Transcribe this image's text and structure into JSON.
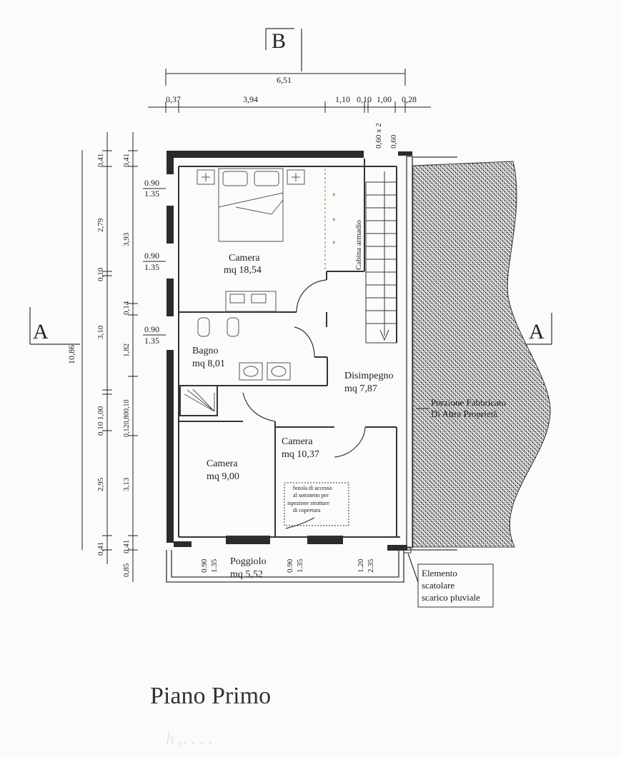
{
  "section_markers": {
    "b": "B",
    "a_left": "A",
    "a_right": "A"
  },
  "top_dims": {
    "overall": "6,51",
    "segments": [
      "0,37",
      "3,94",
      "1,10",
      "0,10",
      "1,00",
      "0,28"
    ],
    "stair_a": "0,60 x 2",
    "stair_b": "0,60"
  },
  "left_dims": {
    "overall": "10,86",
    "outer": [
      "0,41",
      "2,79",
      "0,10",
      "3,10",
      "0,10",
      "1,00",
      "2,95",
      "0,41"
    ],
    "inner": [
      "0,41",
      "3,93",
      "0,14",
      "1,82",
      "0,120,800,10",
      "3,13",
      "0,41",
      "0,85"
    ]
  },
  "windows": [
    {
      "w": "0.90",
      "h": "1.35"
    },
    {
      "w": "0.90",
      "h": "1.35"
    },
    {
      "w": "0.90",
      "h": "1.35"
    }
  ],
  "balcony_windows": [
    {
      "w": "0.90",
      "h": "1.35"
    },
    {
      "w": "0.90",
      "h": "1.35"
    },
    {
      "w": "1.20",
      "h": "2.35"
    }
  ],
  "rooms": {
    "camera1": {
      "name": "Camera",
      "area": "mq 18,54"
    },
    "cabina": {
      "name": "Cabina armadio"
    },
    "bagno": {
      "name": "Bagno",
      "area": "mq 8,01"
    },
    "disimpegno": {
      "name": "Disimpegno",
      "area": "mq 7,87"
    },
    "camera2": {
      "name": "Camera",
      "area": "mq 9,00"
    },
    "camera3": {
      "name": "Camera",
      "area": "mq 10,37"
    },
    "poggiolo": {
      "name": "Poggiolo",
      "area": "mq 5,52"
    }
  },
  "botola_note": [
    "botola di accesso",
    "al sottotetto per",
    "ispezione strutture",
    "di copertura"
  ],
  "neighbor": [
    "Porzione Fabbricato",
    "Di Altra Proprietà"
  ],
  "element_note": [
    "Elemento",
    "scatolare",
    "scarico pluviale"
  ],
  "floor_title": "Piano Primo",
  "scribble": "h ,. . . ."
}
